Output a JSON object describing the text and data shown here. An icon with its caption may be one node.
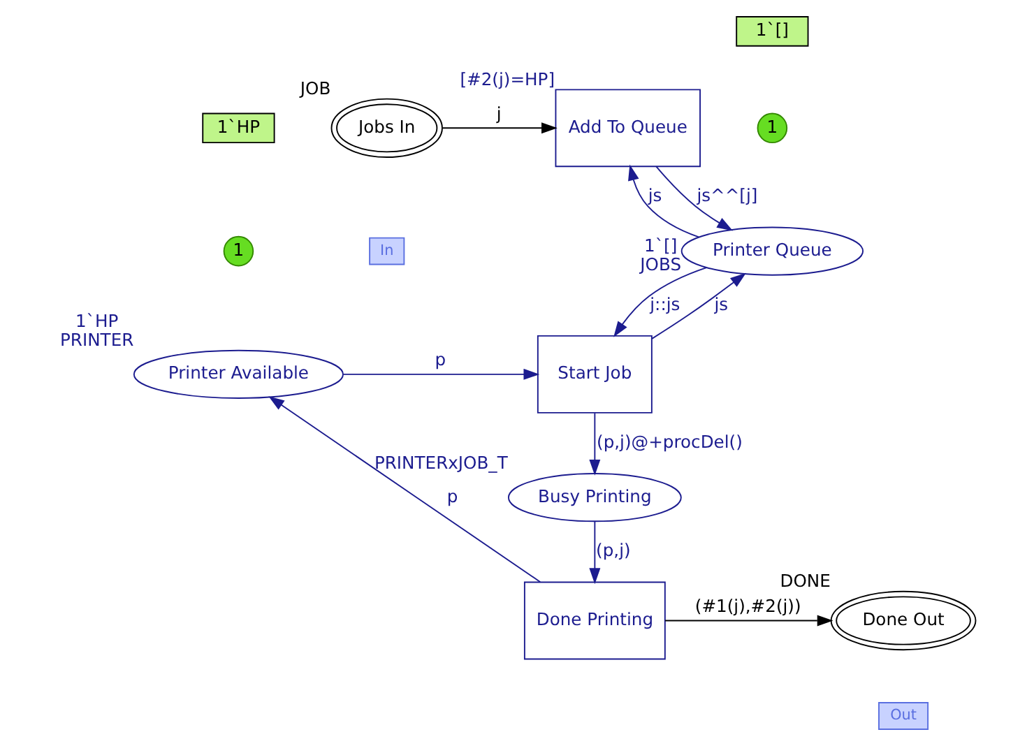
{
  "diagram": {
    "nodes": [
      {
        "text": [
          "Printer Queue"
        ],
        "beside": [
          "1`[]",
          "JOBS"
        ]
      },
      {
        "text": [
          "1"
        ]
      },
      {
        "text": [
          "1`[]"
        ]
      },
      {
        "text": [
          "Add To Queue"
        ],
        "beside": [
          "[#2(j)=HP]"
        ]
      },
      {
        "text": [
          "Jobs In"
        ],
        "beside": [
          "JOB"
        ]
      },
      {
        "text": [
          "In"
        ]
      },
      {
        "text": [
          "Printer Available"
        ],
        "beside": [
          "1`HP",
          "PRINTER"
        ]
      },
      {
        "text": [
          "1"
        ]
      },
      {
        "text": [
          "1`HP"
        ]
      },
      {
        "text": [
          "Start Job"
        ]
      },
      {
        "text": [
          "Busy Printing"
        ],
        "beside": [
          "PRINTERxJOB_T"
        ]
      },
      {
        "text": [
          "Done Printing"
        ]
      },
      {
        "text": [
          "Done Out"
        ],
        "beside": [
          "DONE"
        ]
      },
      {
        "text": [
          "Out"
        ]
      }
    ],
    "edges": [
      {
        "from": 3,
        "to": 0,
        "arrow": "to",
        "label": "js^^[j]"
      },
      {
        "from": 0,
        "to": 3,
        "arrow": "to",
        "label": "js"
      },
      {
        "from": 4,
        "to": 3,
        "arrow": "to",
        "label": "j",
        "color": "#000000"
      },
      {
        "from": 0,
        "to": 9,
        "arrow": "to",
        "label": "j::js"
      },
      {
        "from": 9,
        "to": 0,
        "arrow": "to",
        "label": "js"
      },
      {
        "from": 6,
        "to": 9,
        "arrow": "to",
        "label": "p"
      },
      {
        "from": 9,
        "to": 10,
        "arrow": "to",
        "label": "(p,j)@+procDel()"
      },
      {
        "from": 10,
        "to": 11,
        "arrow": "to",
        "label": "(p,j)"
      },
      {
        "from": 11,
        "to": 6,
        "arrow": "to",
        "label": "p"
      },
      {
        "from": 11,
        "to": 12,
        "arrow": "to",
        "label": "(#1(j),#2(j))",
        "color": "#000000"
      }
    ]
  }
}
